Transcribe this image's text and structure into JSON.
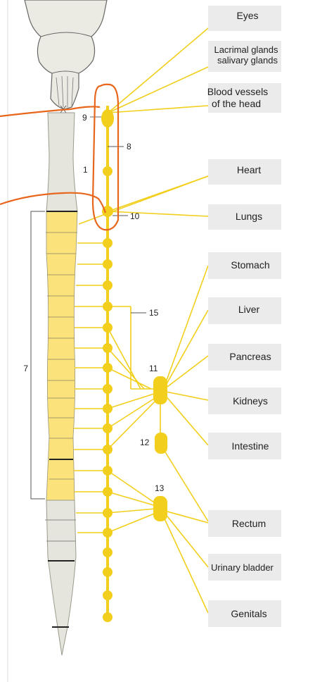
{
  "organs": [
    {
      "id": "eyes",
      "lines": [
        "Eyes"
      ]
    },
    {
      "id": "lacrimal",
      "lines": [
        "Lacrimal glands",
        "salivary glands"
      ]
    },
    {
      "id": "vessels",
      "lines": [
        "Blood vessels",
        "of the head"
      ]
    },
    {
      "id": "heart",
      "lines": [
        "Heart"
      ]
    },
    {
      "id": "lungs",
      "lines": [
        "Lungs"
      ]
    },
    {
      "id": "stomach",
      "lines": [
        "Stomach"
      ]
    },
    {
      "id": "liver",
      "lines": [
        "Liver"
      ]
    },
    {
      "id": "pancreas",
      "lines": [
        "Pancreas"
      ]
    },
    {
      "id": "kidneys",
      "lines": [
        "Kidneys"
      ]
    },
    {
      "id": "intestine",
      "lines": [
        "Intestine"
      ]
    },
    {
      "id": "rectum",
      "lines": [
        "Rectum"
      ]
    },
    {
      "id": "bladder",
      "lines": [
        "Urinary bladder"
      ]
    },
    {
      "id": "genitals",
      "lines": [
        "Genitals"
      ]
    }
  ],
  "labels": {
    "n1": "1",
    "n7": "7",
    "n8": "8",
    "n9": "9",
    "n10": "10",
    "n11": "11",
    "n12": "12",
    "n13": "13",
    "n15": "15"
  },
  "colors": {
    "nerve": "#f2cf1c",
    "cord_highlight": "#fbe27a",
    "annotation": "#e8661c",
    "organ_box": "#ebebeb"
  }
}
